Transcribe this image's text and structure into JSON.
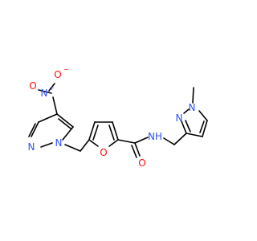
{
  "molecule": {
    "colors": {
      "carbon_bond": "#000000",
      "nitrogen": "#3050F8",
      "oxygen": "#FF0D0D",
      "background": "#ffffff"
    },
    "atoms": {
      "nitro_o_top": {
        "text": "O",
        "charge": "−",
        "element": "O"
      },
      "nitro_n": {
        "text": "N",
        "charge": "+",
        "element": "N"
      },
      "nitro_o_bottom": {
        "text": "O",
        "charge": "",
        "element": "O"
      },
      "pyrazole1_n_left": {
        "text": "N",
        "charge": "",
        "element": "N"
      },
      "pyrazole1_n_right": {
        "text": "N",
        "charge": "",
        "element": "N"
      },
      "furan_o": {
        "text": "O",
        "charge": "",
        "element": "O"
      },
      "amide_o": {
        "text": "O",
        "charge": "",
        "element": "O"
      },
      "amide_nh": {
        "text": "NH",
        "charge": "",
        "element": "N"
      },
      "pyrazole2_n_upper": {
        "text": "N",
        "charge": "",
        "element": "N"
      },
      "pyrazole2_n_lower": {
        "text": "N",
        "charge": "",
        "element": "N"
      }
    }
  }
}
